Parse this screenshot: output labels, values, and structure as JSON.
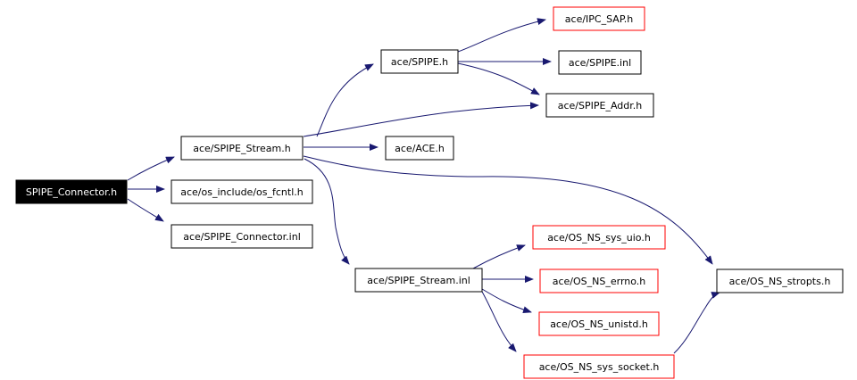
{
  "diagram": {
    "colors": {
      "background": "#ffffff",
      "edge": "#191970",
      "root_fill": "#000000",
      "root_text": "#ffffff",
      "node_border": "#000000",
      "missing_border": "#ff0000",
      "node_text": "#000000"
    },
    "nodes": [
      {
        "id": "root",
        "label": "SPIPE_Connector.h",
        "kind": "root"
      },
      {
        "id": "stream_h",
        "label": "ace/SPIPE_Stream.h",
        "kind": "file"
      },
      {
        "id": "fcntl",
        "label": "ace/os_include/os_fcntl.h",
        "kind": "file"
      },
      {
        "id": "connector_inl",
        "label": "ace/SPIPE_Connector.inl",
        "kind": "file"
      },
      {
        "id": "spipe_h",
        "label": "ace/SPIPE.h",
        "kind": "file"
      },
      {
        "id": "ipc_sap",
        "label": "ace/IPC_SAP.h",
        "kind": "missing"
      },
      {
        "id": "spipe_inl",
        "label": "ace/SPIPE.inl",
        "kind": "file"
      },
      {
        "id": "spipe_addr",
        "label": "ace/SPIPE_Addr.h",
        "kind": "file"
      },
      {
        "id": "ace_h",
        "label": "ace/ACE.h",
        "kind": "file"
      },
      {
        "id": "stream_inl",
        "label": "ace/SPIPE_Stream.inl",
        "kind": "file"
      },
      {
        "id": "sys_uio",
        "label": "ace/OS_NS_sys_uio.h",
        "kind": "missing"
      },
      {
        "id": "errno",
        "label": "ace/OS_NS_errno.h",
        "kind": "missing"
      },
      {
        "id": "unistd",
        "label": "ace/OS_NS_unistd.h",
        "kind": "missing"
      },
      {
        "id": "sys_socket",
        "label": "ace/OS_NS_sys_socket.h",
        "kind": "missing"
      },
      {
        "id": "stropts",
        "label": "ace/OS_NS_stropts.h",
        "kind": "file"
      }
    ],
    "edges": [
      {
        "from": "root",
        "to": "stream_h"
      },
      {
        "from": "root",
        "to": "fcntl"
      },
      {
        "from": "root",
        "to": "connector_inl"
      },
      {
        "from": "stream_h",
        "to": "spipe_h"
      },
      {
        "from": "stream_h",
        "to": "spipe_addr"
      },
      {
        "from": "stream_h",
        "to": "ace_h"
      },
      {
        "from": "stream_h",
        "to": "stream_inl"
      },
      {
        "from": "stream_h",
        "to": "stropts"
      },
      {
        "from": "spipe_h",
        "to": "ipc_sap"
      },
      {
        "from": "spipe_h",
        "to": "spipe_inl"
      },
      {
        "from": "spipe_h",
        "to": "spipe_addr"
      },
      {
        "from": "stream_inl",
        "to": "sys_uio"
      },
      {
        "from": "stream_inl",
        "to": "errno"
      },
      {
        "from": "stream_inl",
        "to": "unistd"
      },
      {
        "from": "stream_inl",
        "to": "sys_socket"
      },
      {
        "from": "sys_socket",
        "to": "stropts"
      }
    ]
  }
}
